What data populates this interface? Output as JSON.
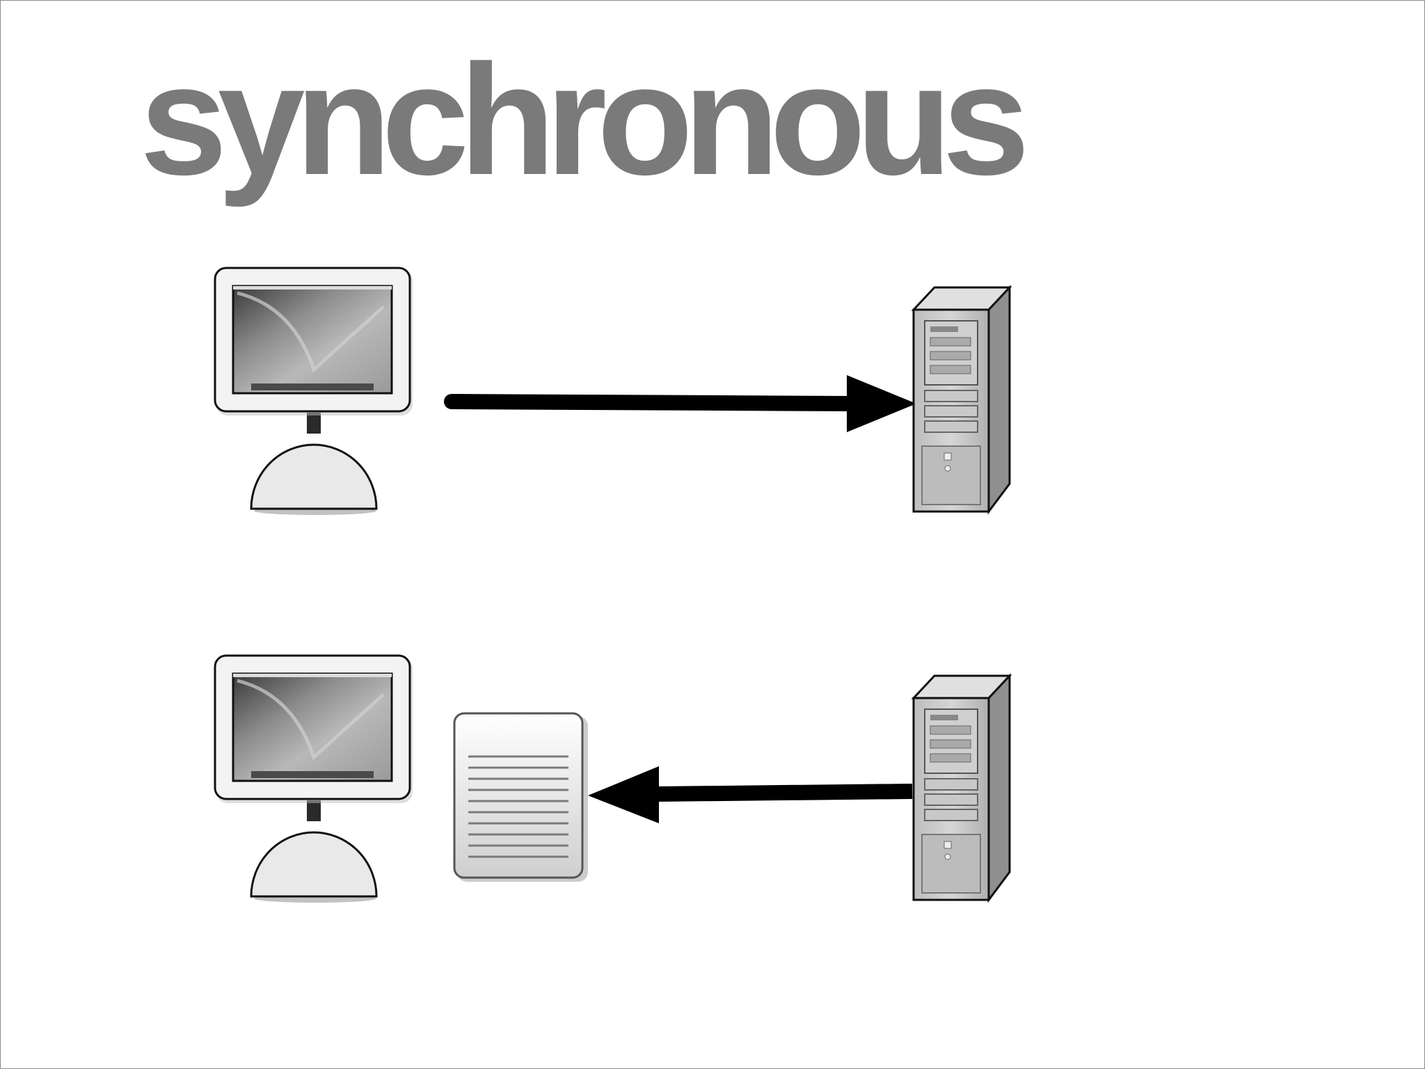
{
  "title": "synchronous",
  "diagram": {
    "nodes": [
      {
        "id": "client-top",
        "kind": "desktop-computer",
        "icon": "desktop-computer-icon"
      },
      {
        "id": "server-top",
        "kind": "tower-server",
        "icon": "server-tower-icon"
      },
      {
        "id": "client-bottom",
        "kind": "desktop-computer",
        "icon": "desktop-computer-icon"
      },
      {
        "id": "response-doc",
        "kind": "document",
        "icon": "document-icon"
      },
      {
        "id": "server-bottom",
        "kind": "tower-server",
        "icon": "server-tower-icon"
      }
    ],
    "edges": [
      {
        "from": "client-top",
        "to": "server-top",
        "icon": "arrow-right-icon"
      },
      {
        "from": "server-bottom",
        "to": "response-doc",
        "icon": "arrow-left-icon"
      }
    ]
  },
  "colors": {
    "title": "#7a7a7a",
    "arrow": "#000000",
    "border": "#8a8a8a"
  }
}
